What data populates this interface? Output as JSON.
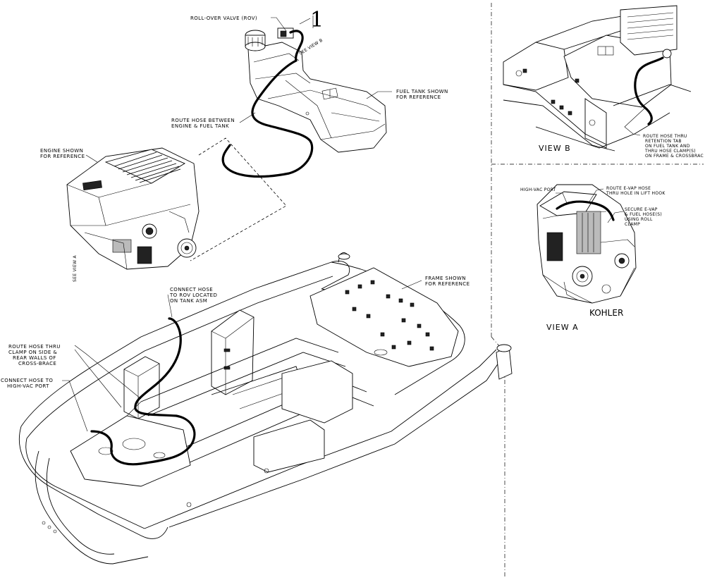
{
  "callout_number": "1",
  "labels": {
    "rov": "ROLL-OVER VALVE (ROV)",
    "see_view_b": "SEE VIEW B",
    "fuel_tank_1": "FUEL TANK SHOWN",
    "fuel_tank_2": "FOR REFERENCE",
    "route_hose_1": "ROUTE HOSE BETWEEN",
    "route_hose_2": "ENGINE & FUEL TANK",
    "engine_1": "ENGINE SHOWN",
    "engine_2": "FOR REFERENCE",
    "see_view_a": "SEE VIEW A",
    "connect_rov_1": "CONNECT HOSE",
    "connect_rov_2": "TO ROV LOCATED",
    "connect_rov_3": "ON TANK ASM",
    "frame_1": "FRAME SHOWN",
    "frame_2": "FOR REFERENCE",
    "clamp_1": "ROUTE HOSE THRU",
    "clamp_2": "CLAMP ON SIDE &",
    "clamp_3": "REAR WALLS OF",
    "clamp_4": "CROSS-BRACE",
    "highvac_1": "CONNECT HOSE TO",
    "highvac_2": "HIGH-VAC PORT"
  },
  "view_b": {
    "title": "VIEW B",
    "note_1": "ROUTE HOSE THRU",
    "note_2": "RETENTION TAB",
    "note_3": "ON FUEL TANK AND",
    "note_4": "THRU HOSE CLAMP(S)",
    "note_5": "ON FRAME & CROSSBRAC"
  },
  "view_a": {
    "title": "VIEW A",
    "brand": "KOHLER",
    "high_vac_port": "HIGH-VAC PORT",
    "evap_1": "ROUTE E-VAP HOSE",
    "evap_2": "THRU HOLE IN LIFT HOOK",
    "secure_1": "SECURE E-VAP",
    "secure_2": "& FUEL HOSE(S)",
    "secure_3": "USING ROLL",
    "secure_4": "CLAMP"
  }
}
